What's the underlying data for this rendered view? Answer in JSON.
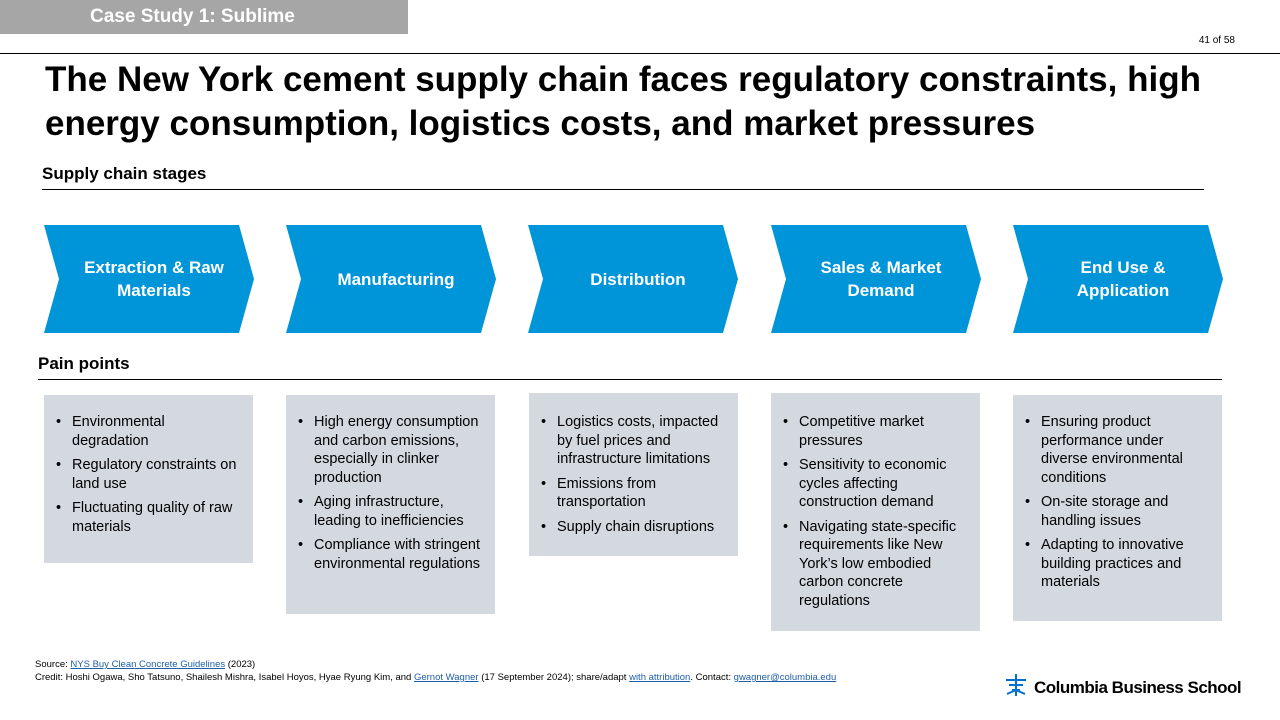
{
  "header": {
    "tag": "Case Study 1: Sublime",
    "page_number": "41 of 58",
    "title": "The New York cement supply chain faces regulatory constraints, high energy consumption, logistics costs, and market pressures"
  },
  "sections": {
    "stages_label": "Supply chain stages",
    "pain_label": "Pain points"
  },
  "stages": [
    {
      "label": "Extraction & Raw Materials"
    },
    {
      "label": "Manufacturing"
    },
    {
      "label": "Distribution"
    },
    {
      "label": "Sales & Market Demand"
    },
    {
      "label": "End Use & Application"
    }
  ],
  "pain_points": [
    [
      "Environmental degradation",
      "Regulatory constraints on land use",
      "Fluctuating quality of raw materials"
    ],
    [
      "High energy consumption and carbon emissions, especially in clinker production",
      "Aging infrastructure, leading to inefficiencies",
      "Compliance with stringent environmental regulations"
    ],
    [
      "Logistics costs, impacted by fuel prices and infrastructure limitations",
      "Emissions from transportation",
      "Supply chain disruptions"
    ],
    [
      "Competitive market pressures",
      "Sensitivity to economic cycles affecting construction demand",
      "Navigating state-specific requirements like New York’s low embodied carbon concrete regulations"
    ],
    [
      "Ensuring product performance under diverse environmental conditions",
      "On-site storage and handling issues",
      "Adapting to innovative building practices and materials"
    ]
  ],
  "footer": {
    "source_prefix": "Source: ",
    "source_link": "NYS Buy Clean Concrete Guidelines",
    "source_suffix": " (2023)",
    "credit_prefix": "Credit: Hoshi Ogawa, Sho Tatsuno, Shailesh Mishra, Isabel Hoyos, Hyae Ryung Kim, and ",
    "credit_link": "Gernot Wagner",
    "credit_mid": " (17 September 2024); share/adapt ",
    "attribution_link": "with attribution",
    "contact_prefix": ". Contact: ",
    "contact_link": "gwagner@columbia.edu"
  },
  "logo": {
    "text": "Columbia Business School",
    "icon": "columbia-crown-icon"
  },
  "colors": {
    "chevron": "#0095d9",
    "pain_box": "#d4d9e0",
    "tag_bg": "#a6a6a6",
    "link": "#1f5fa8"
  }
}
